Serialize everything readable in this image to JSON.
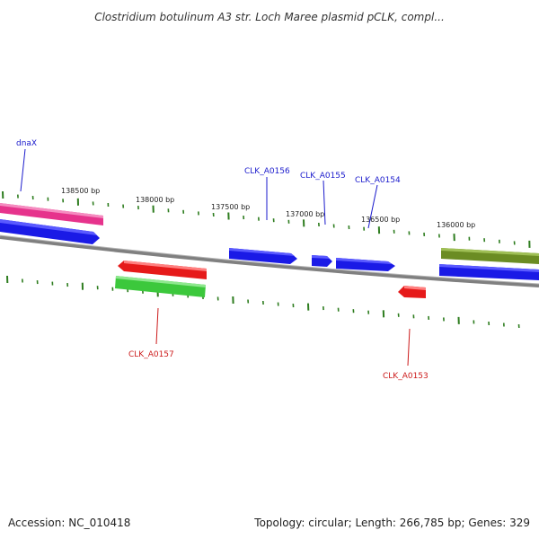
{
  "title": "Clostridium botulinum A3 str. Loch Maree plasmid pCLK, compl...",
  "footer": {
    "accession": "Accession: NC_010418",
    "stats": "Topology: circular; Length: 266,785 bp; Genes: 329"
  },
  "colors": {
    "blue": "#1a1ae6",
    "red": "#e61a1a",
    "green": "#3cc83c",
    "pink": "#e6338c",
    "olive": "#6b8c23",
    "backbone": "#808080",
    "tick": "#2e7d1f",
    "forward_label": "#1a1acc",
    "reverse_label": "#cc1a1a"
  },
  "ticks": [
    {
      "label": "138500 bp"
    },
    {
      "label": "138000 bp"
    },
    {
      "label": "137500 bp"
    },
    {
      "label": "137000 bp"
    },
    {
      "label": "136500 bp"
    },
    {
      "label": "136000 bp"
    }
  ],
  "genes": [
    {
      "label": "dnaX",
      "color": "blue"
    },
    {
      "label": "CLK_A0156",
      "color": "blue"
    },
    {
      "label": "CLK_A0155",
      "color": "blue"
    },
    {
      "label": "CLK_A0154",
      "color": "blue"
    },
    {
      "label": "CLK_A0157",
      "color": "red"
    },
    {
      "label": "CLK_A0153",
      "color": "red"
    }
  ]
}
